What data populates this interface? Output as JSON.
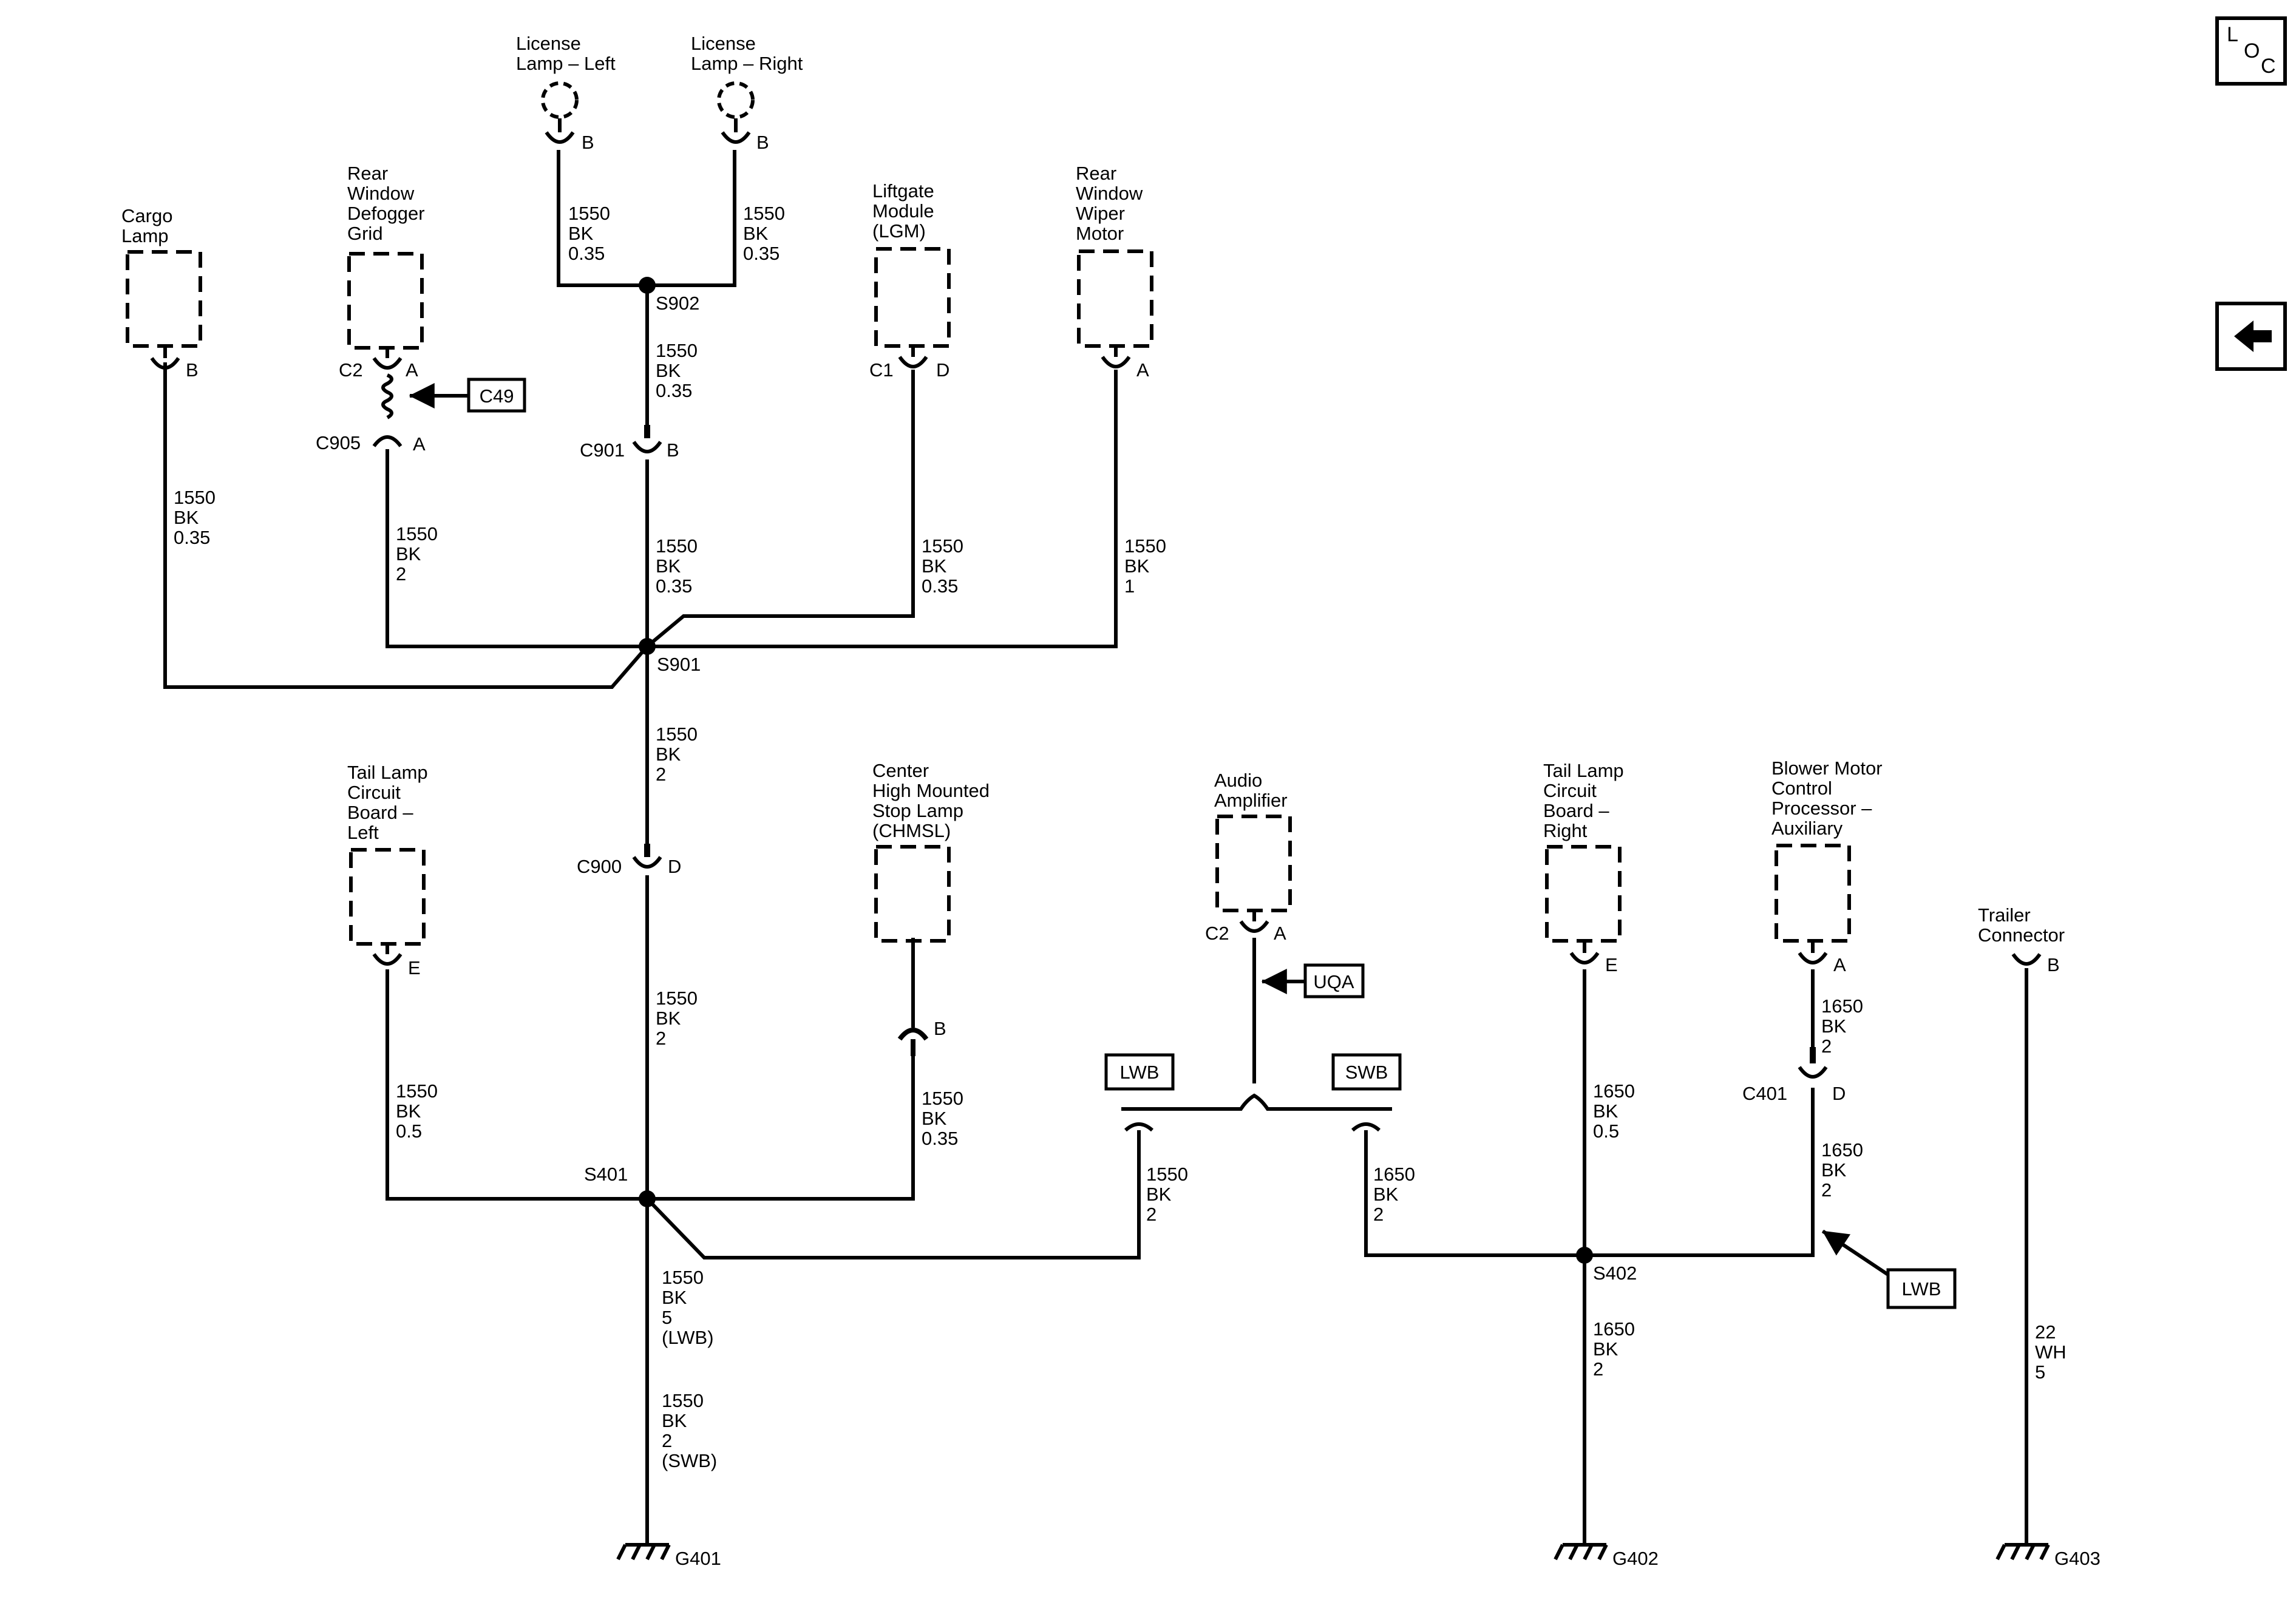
{
  "components": {
    "license_left": "License\nLamp – Left",
    "license_right": "License\nLamp – Right",
    "cargo": "Cargo\nLamp",
    "defogger": "Rear\nWindow\nDefogger\nGrid",
    "liftgate": "Liftgate\nModule\n(LGM)",
    "wiper": "Rear\nWindow\nWiper\nMotor",
    "tail_left": "Tail Lamp\nCircuit\nBoard –\nLeft",
    "chmsl": "Center\nHigh Mounted\nStop Lamp\n(CHMSL)",
    "audio": "Audio\nAmplifier",
    "tail_right": "Tail Lamp\nCircuit\nBoard –\nRight",
    "blower": "Blower Motor\nControl\nProcessor –\nAuxiliary",
    "trailer": "Trailer\nConnector"
  },
  "pins": {
    "lic_left": "B",
    "lic_right": "B",
    "cargo": "B",
    "defog_c2": "C2",
    "defog_a": "A",
    "c905": "C905",
    "c905_a": "A",
    "c901": "C901",
    "c901_b": "B",
    "lgm_c1": "C1",
    "lgm_d": "D",
    "wiper_a": "A",
    "c900": "C900",
    "c900_d": "D",
    "tail_left_e": "E",
    "chmsl_b": "B",
    "audio_c2": "C2",
    "audio_a": "A",
    "tail_right_e": "E",
    "blower_a": "A",
    "c401": "C401",
    "c401_d": "D",
    "trailer_b": "B"
  },
  "wires": {
    "w_lic_left": "1550\nBK\n0.35",
    "w_lic_right": "1550\nBK\n0.35",
    "w_s902_c901": "1550\nBK\n0.35",
    "w_cargo": "1550\nBK\n0.35",
    "w_defog": "1550\nBK\n2",
    "w_c901_s901": "1550\nBK\n0.35",
    "w_lgm": "1550\nBK\n0.35",
    "w_wiper": "1550\nBK\n1",
    "w_s901_c900": "1550\nBK\n2",
    "w_c900_s401": "1550\nBK\n2",
    "w_tail_left": "1550\nBK\n0.5",
    "w_chmsl": "1550\nBK\n0.35",
    "w_lwb": "1550\nBK\n2",
    "w_swb": "1650\nBK\n2",
    "w_s401_g401_lwb": "1550\nBK\n5\n(LWB)",
    "w_s401_g401_swb": "1550\nBK\n2\n(SWB)",
    "w_tail_right": "1650\nBK\n0.5",
    "w_blower": "1650\nBK\n2",
    "w_c401_s402": "1650\nBK\n2",
    "w_s402_g402": "1650\nBK\n2",
    "w_trailer": "22\nWH\n5"
  },
  "splices": {
    "s902": "S902",
    "s901": "S901",
    "s401": "S401",
    "s402": "S402"
  },
  "grounds": {
    "g401": "G401",
    "g402": "G402",
    "g403": "G403"
  },
  "option_boxes": {
    "c49": "C49",
    "uqa": "UQA",
    "lwb_left": "LWB",
    "swb": "SWB",
    "lwb_right": "LWB"
  },
  "nav": {
    "loc_l": "L",
    "loc_o": "O",
    "loc_c": "C"
  },
  "icons": {
    "location": "loc-icon",
    "back": "back-arrow-icon"
  }
}
